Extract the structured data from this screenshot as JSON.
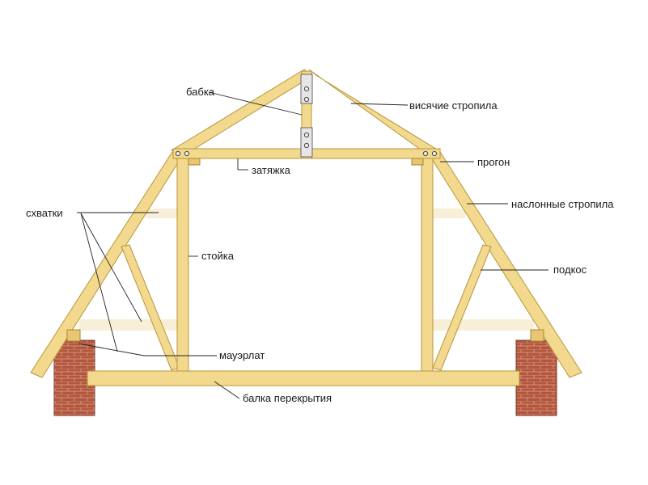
{
  "labels": {
    "babka": "бабка",
    "visyachie": "висячие стропила",
    "progon": "прогон",
    "zatyazhka": "затяжка",
    "skhvatki": "схватки",
    "naslonnye": "наслонные стропила",
    "stoyka": "стойка",
    "podkos": "подкос",
    "mauerlat": "мауэрлат",
    "balka": "балка перекрытия"
  },
  "colors": {
    "wood": "#f3d98e",
    "wood_edge": "#b7953b",
    "brick": "#b4563d",
    "mortar": "#d9a48e"
  }
}
